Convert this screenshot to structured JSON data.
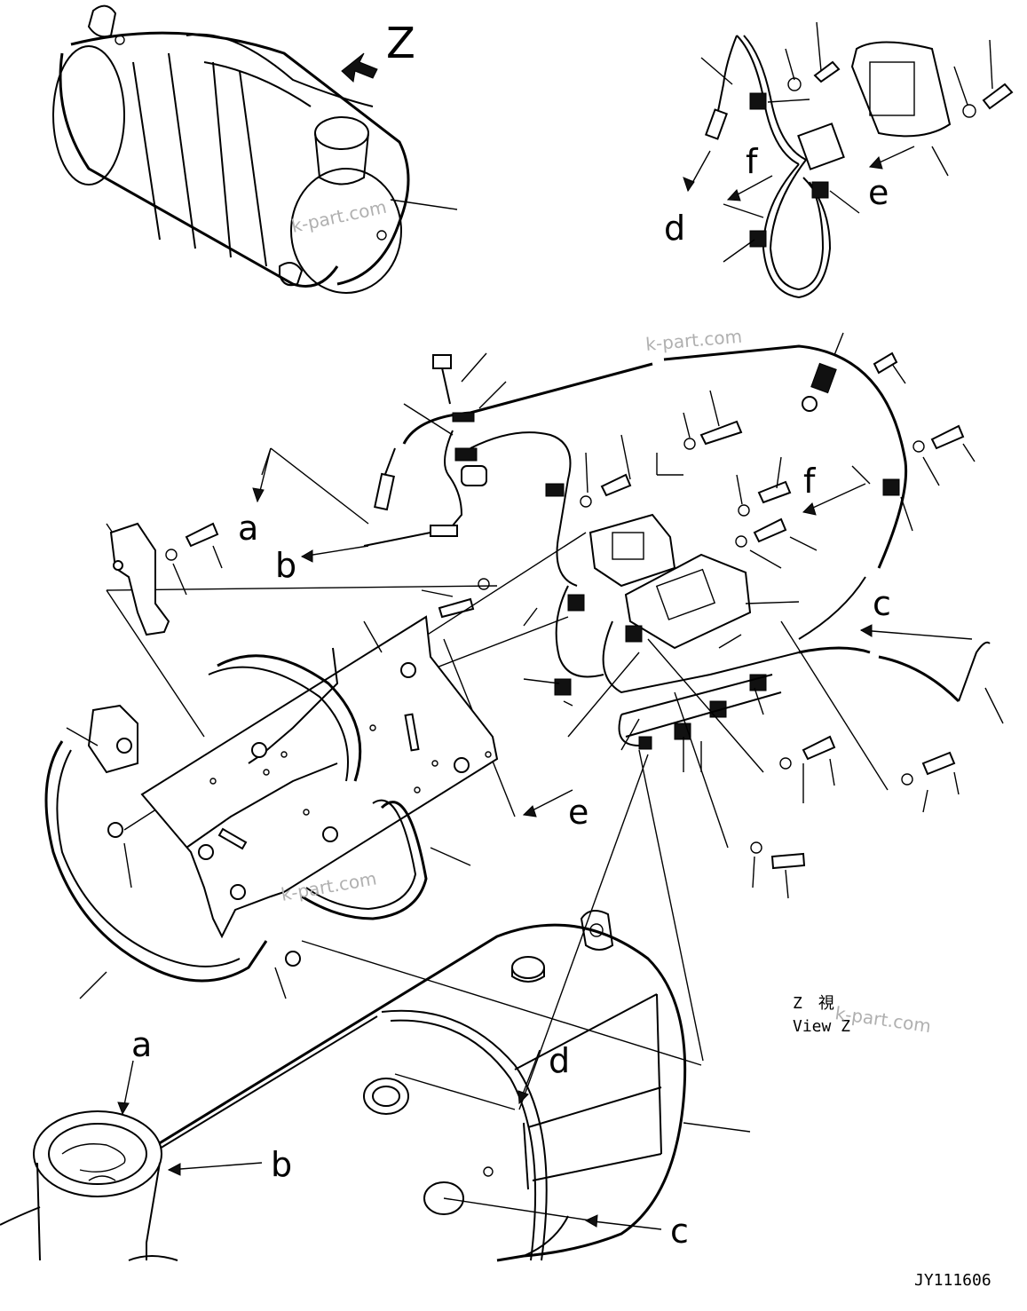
{
  "figure": {
    "view_label": "Z",
    "view_title_cn": "Z　視",
    "view_title_en": "View Z",
    "drawing_code": "JY111606",
    "watermark": "k-part.com"
  },
  "labels": {
    "a": "a",
    "b": "b",
    "c": "c",
    "d": "d",
    "e": "e",
    "f": "f"
  }
}
